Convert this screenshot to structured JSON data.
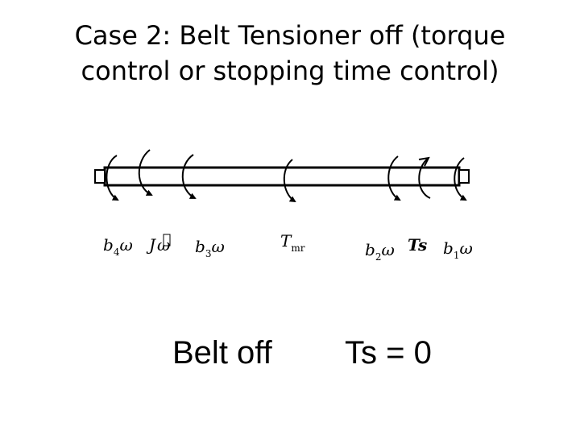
{
  "title": {
    "line1": "Case 2: Belt Tensioner off (torque",
    "line2": "control or stopping time control)"
  },
  "labels": {
    "b4": {
      "main": "b",
      "sub": "4",
      "tail": "ω"
    },
    "J": {
      "main": "J",
      "tail": "ω"
    },
    "b3": {
      "main": "b",
      "sub": "3",
      "tail": "ω"
    },
    "Tmr": {
      "main": "T",
      "sub": "mr"
    },
    "b2": {
      "main": "b",
      "sub": "2",
      "tail": "ω"
    },
    "Ts": {
      "main": "Ts"
    },
    "b1": {
      "main": "b",
      "sub": "1",
      "tail": "ω"
    }
  },
  "captions": {
    "left": "Belt off",
    "right": "Ts = 0"
  }
}
